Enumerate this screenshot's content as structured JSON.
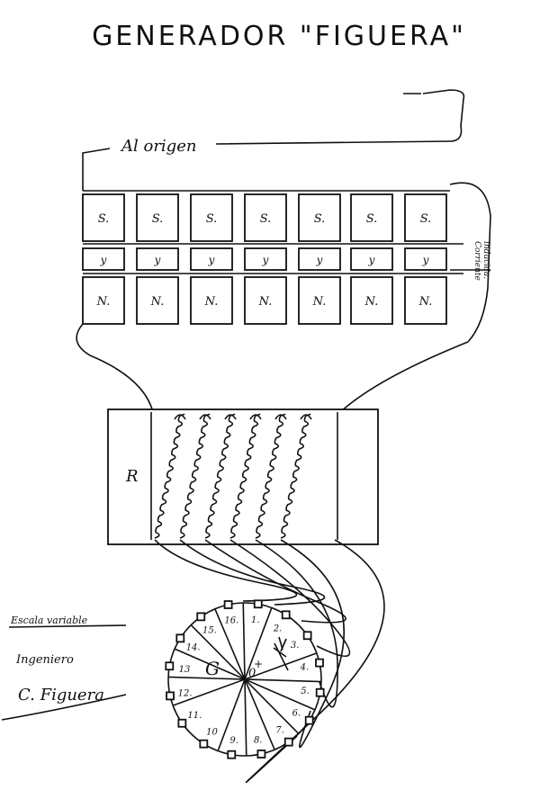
{
  "title": "GENERADOR \"FIGUERA\"",
  "origin_label": "Al origen",
  "side_label_1": "Corriente",
  "side_label_2": "inducida.",
  "top_row_label": "S.",
  "middle_row_label": "y",
  "bottom_row_label": "N.",
  "resistor_label": "R",
  "commutator": {
    "center_letter": "G",
    "center_mark": "0",
    "contacts": [
      "1.",
      "2.",
      "3.",
      "4.",
      "5.",
      "6.",
      "7.",
      "8.",
      "9.",
      "10",
      "11.",
      "12.",
      "13",
      "14.",
      "15.",
      "16."
    ]
  },
  "annotations": {
    "scale": "Escala variable",
    "role": "Ingeniero",
    "signature": "C. Figuera"
  }
}
